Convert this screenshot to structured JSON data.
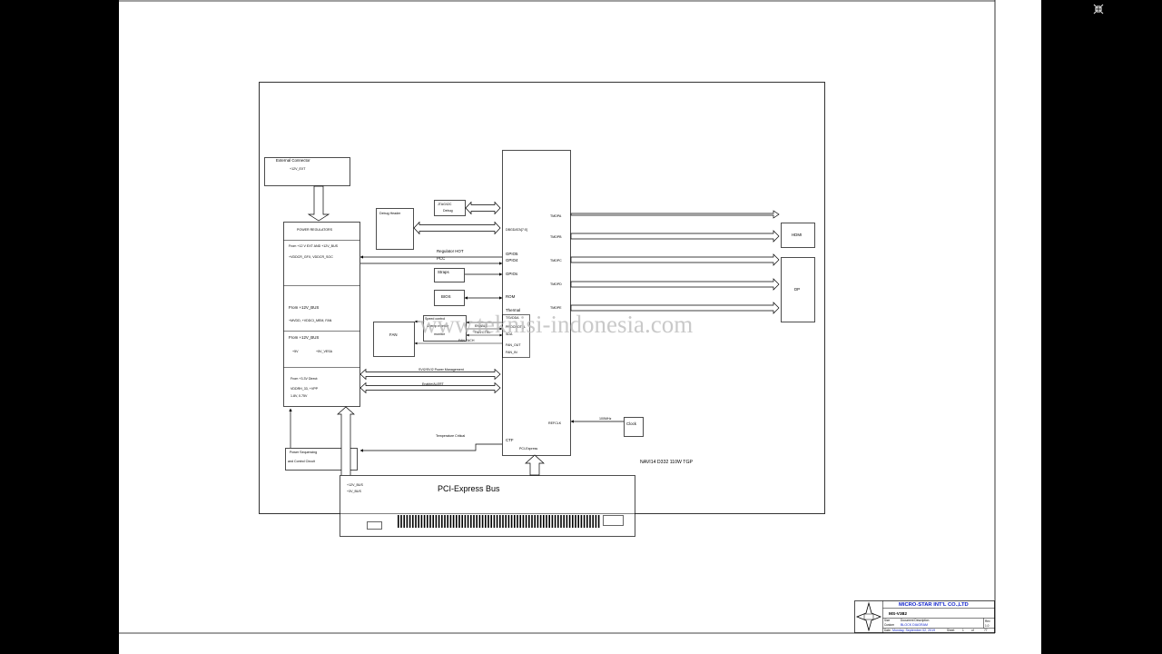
{
  "viewer": {
    "exit_fullscreen_icon": "collapse-arrows-icon"
  },
  "blocks": {
    "external_connector": {
      "title": "External Connector",
      "sub": "+12V_EXT"
    },
    "power_regulators": {
      "title": "POWER REGULATORS",
      "s1_line1": "From +12 V EXT AND +12V_BUS",
      "s1_line2": "+VDDCR_GFX, VDDCR_SOC",
      "s2_line1": "From +12V_BUS",
      "s2_line2": "+MVDD, +VDDCI_MEM, FAN",
      "s3_line1": "From +12V_BUS",
      "s3_a": "+5V",
      "s3_b": "+5V_VESA",
      "s4_line1": "From +3.3V Direct:",
      "s4_line2": "VDDRH_33, +VPP",
      "s4_line3": "1.8V, 0.75V"
    },
    "debug_header": "Debug Header",
    "jtag": {
      "line1": "JTAG/I2C",
      "line2": "Debug"
    },
    "straps": "Straps",
    "bios": "BIOS",
    "fan": "FAN",
    "speed_control": {
      "line1": "Speed control",
      "line2": "& temp monitor",
      "line3": "monitor"
    },
    "power_seq": {
      "line1": "Power Sequencing",
      "line2": "and Control Circuit"
    },
    "clock": "Clock",
    "hdmi": "HDMI",
    "dp": "DP",
    "pci_bus": {
      "title": "PCI-Express Bus",
      "pin1": "+12V_BUS",
      "pin2": "+3V_BUS"
    }
  },
  "gpu": {
    "pin_dbgdata": "DBGDATA[7:0]",
    "pin_gpio5": "GPIO5",
    "pin_gpio4": "GPIO4",
    "pin_gpios": "GPIOs",
    "pin_rom": "ROM",
    "pin_thermal": "Thermal",
    "pin_tsvdd": "TSVDDA",
    "pin_prochot": "PROCHOT_L",
    "pin_sda": "SDA",
    "pin_fan_out": "FAN_OUT",
    "pin_fan_in": "FAN_IN",
    "pin_refclk": "REFCLK",
    "pin_ctf": "CTF",
    "pin_pcie": "PCI-Express",
    "tmds_a": "TMDPA",
    "tmds_b": "TMDPB",
    "tmds_c": "TMDPC",
    "tmds_d": "TMDPD",
    "tmds_e": "TMDPE"
  },
  "signals": {
    "regulator_hot": "Regulator HOT",
    "pcc": "PCC",
    "svi2": "SVI2/SVI2 Power Management",
    "enable": "Enable/ALERT",
    "temp_critical": "Temperature Critical",
    "mhz": "100MHz",
    "sig_enable": "ENABLE",
    "sig_fan_ctl": "FAN CTRL",
    "sig_fan_tach": "FAN TACH"
  },
  "footer_label": "NAVI14 D332 110W TGP",
  "watermark": "www.teknisi-indonesia.com",
  "title_block": {
    "company": "MICRO-STAR INT'L CO.,LTD",
    "model": "MS-V382",
    "doc_label": "Document Description",
    "doc_title": "BLOCK DIAGRAM",
    "size_label": "Size",
    "size_value": "Custom",
    "rev_label": "Rev",
    "rev_value": "1.0",
    "date_label": "Date:",
    "date_value": "Monday, September 02, 2019",
    "sheet_label": "Sheet",
    "sheet_value": "1",
    "of_label": "of",
    "of_value": "77",
    "logo_icon": "msi-star-logo-icon"
  }
}
